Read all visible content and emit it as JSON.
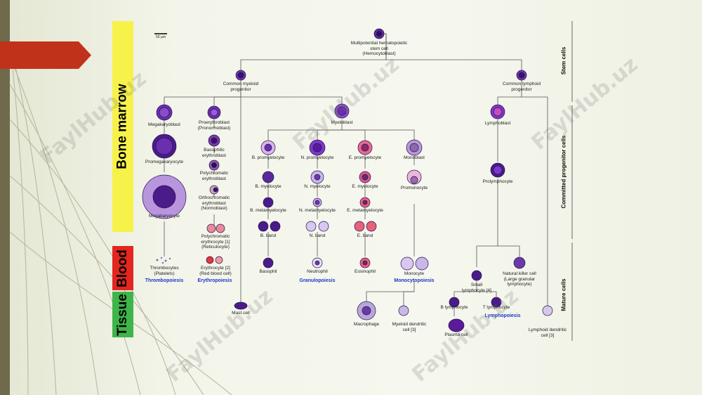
{
  "sections": {
    "bone_marrow": "Bone marrow",
    "blood": "Blood",
    "tissue": "Tissue"
  },
  "side_labels": {
    "stem": "Stem cells",
    "committed": "Committed progenitor cells",
    "mature": "Mature cells"
  },
  "scale": "50 μm",
  "cells": {
    "hsc": "Multipotential hematopoietic\nstem cell\n(Hemocytoblast)",
    "cmp": "Common myeloid\nprogenitor",
    "clp": "Common lymphoid\nprogenitor",
    "megakaryoblast": "Megakaryoblast",
    "promegakaryocyte": "Promegakaryocyte",
    "megakaryocyte": "Megakaryocyte",
    "thrombocytes": "Thrombocytes\n(Platelets)",
    "proerythroblast": "Proerythroblast\n(Pronormoblast)",
    "basophilic_eb": "Basophilic\nerythroblast",
    "polychromatic_eb": "Polychromatic\nerythroblast",
    "orthochromatic_eb": "Orthochromatic\nerythroblast\n(Normoblast)",
    "polychromatic_ec": "Polychromatic\nerythrocyte [1]\n(Reticulocyte)",
    "erythrocyte": "Erythrocyte [2]\n(Red blood cell)",
    "myeloblast": "Myeloblast",
    "b_promyelocyte": "B. promyelocyte",
    "n_promyelocyte": "N. promyelocyte",
    "e_promyelocyte": "E. promyelocyte",
    "monoblast": "Monoblast",
    "b_myelocyte": "B. myelocyte",
    "n_myelocyte": "N. myelocyte",
    "e_myelocyte": "E. myelocyte",
    "promonocyte": "Promonocyte",
    "b_metamyelocyte": "B. metamyelocyte",
    "n_metamyelocyte": "N. metamyelocyte",
    "e_metamyelocyte": "E. metamyelocyte",
    "b_band": "B. band",
    "n_band": "N. band",
    "e_band": "E. band",
    "basophil": "Basophil",
    "neutrophil": "Neutrophil",
    "eosinophil": "Eosinophil",
    "monocyte": "Monocyte",
    "mast_cell": "Mast cell",
    "macrophage": "Macrophage",
    "myeloid_dc": "Myeloid dendritic\ncell [3]",
    "lymphoblast": "Lymphoblast",
    "prolymphocyte": "Prolymphocyte",
    "small_lymphocyte": "Small\nlymphocyte [4]",
    "nk_cell": "Natural killer cell\n(Large granular\nlymphocyte)",
    "b_lymphocyte": "B lymphocyte",
    "t_lymphocyte": "T lymphocyte",
    "plasma_cell": "Plasma cell",
    "lymphoid_dc": "Lymphoid dendritic\ncell [3]"
  },
  "processes": {
    "thrombopoiesis": "Thrombopoiesis",
    "erythropoiesis": "Erythropoiesis",
    "granulopoiesis": "Granulopoiesis",
    "monocytopoiesis": "Monocytopoiesis",
    "lymphopoiesis": "Lymphopoiesis"
  },
  "watermark": "FaylHub.uz",
  "colors": {
    "yellow": "#f7f24a",
    "red": "#e3261f",
    "green": "#3eb54a",
    "arrow": "#c1321b",
    "cell_dark": "#4a1c8a",
    "process_blue": "#1d34c9"
  }
}
